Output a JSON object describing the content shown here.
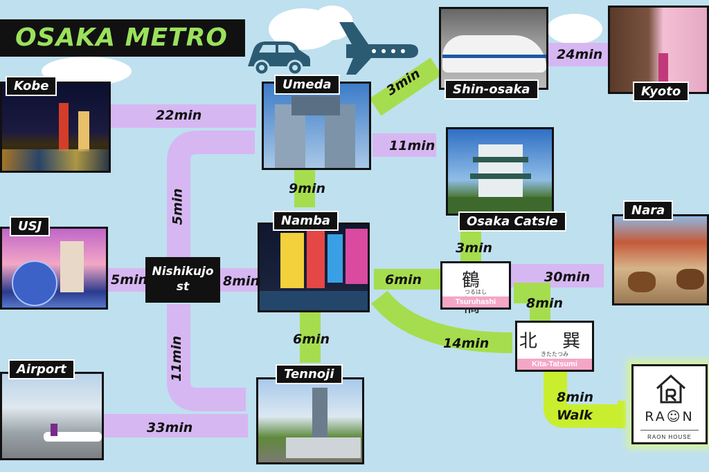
{
  "title": "OSAKA METRO",
  "stations": {
    "kobe": "Kobe",
    "umeda": "Umeda",
    "shin_osaka": "Shin-osaka",
    "kyoto": "Kyoto",
    "usj": "USJ",
    "nishikujo_line1": "Nishikujo",
    "nishikujo_line2": "st",
    "namba": "Namba",
    "osaka_castle": "Osaka Catsle",
    "nara": "Nara",
    "airport": "Airport",
    "tennoji": "Tennoji"
  },
  "times": {
    "kobe_umeda": "22min",
    "umeda_shinosaka": "3min",
    "shinosaka_kyoto": "24min",
    "umeda_castle": "11min",
    "umeda_namba": "9min",
    "umeda_nishikujo": "5min",
    "usj_nishikujo": "5min",
    "nishikujo_namba": "8min",
    "namba_tsuruhashi": "6min",
    "castle_tsuruhashi": "3min",
    "tsuruhashi_nara": "30min",
    "tsuruhashi_kitatatsumi": "8min",
    "namba_kitatatsumi": "14min",
    "namba_tennoji": "6min",
    "nishikujo_tennoji": "11min",
    "airport_tennoji": "33min",
    "walk_time": "8min",
    "walk_label": "Walk"
  },
  "signs": {
    "tsuruhashi": {
      "kanji": "鶴 橋",
      "kana": "つるはし",
      "romaji": "Tsuruhashi"
    },
    "kitatatsumi": {
      "kanji": "北 巽",
      "kana": "きたたつみ",
      "romaji": "Kita-Tatsumi"
    }
  },
  "raon": {
    "brand": "RA☺N",
    "sub": "RAON HOUSE"
  },
  "icons": [
    "car-icon",
    "airplane-icon"
  ],
  "colors": {
    "background": "#bfe0ef",
    "purple_line": "#d6b7f2",
    "green_line": "#a6dd4e",
    "title_green": "#9be15d",
    "walk_line": "#c9ee2e"
  }
}
